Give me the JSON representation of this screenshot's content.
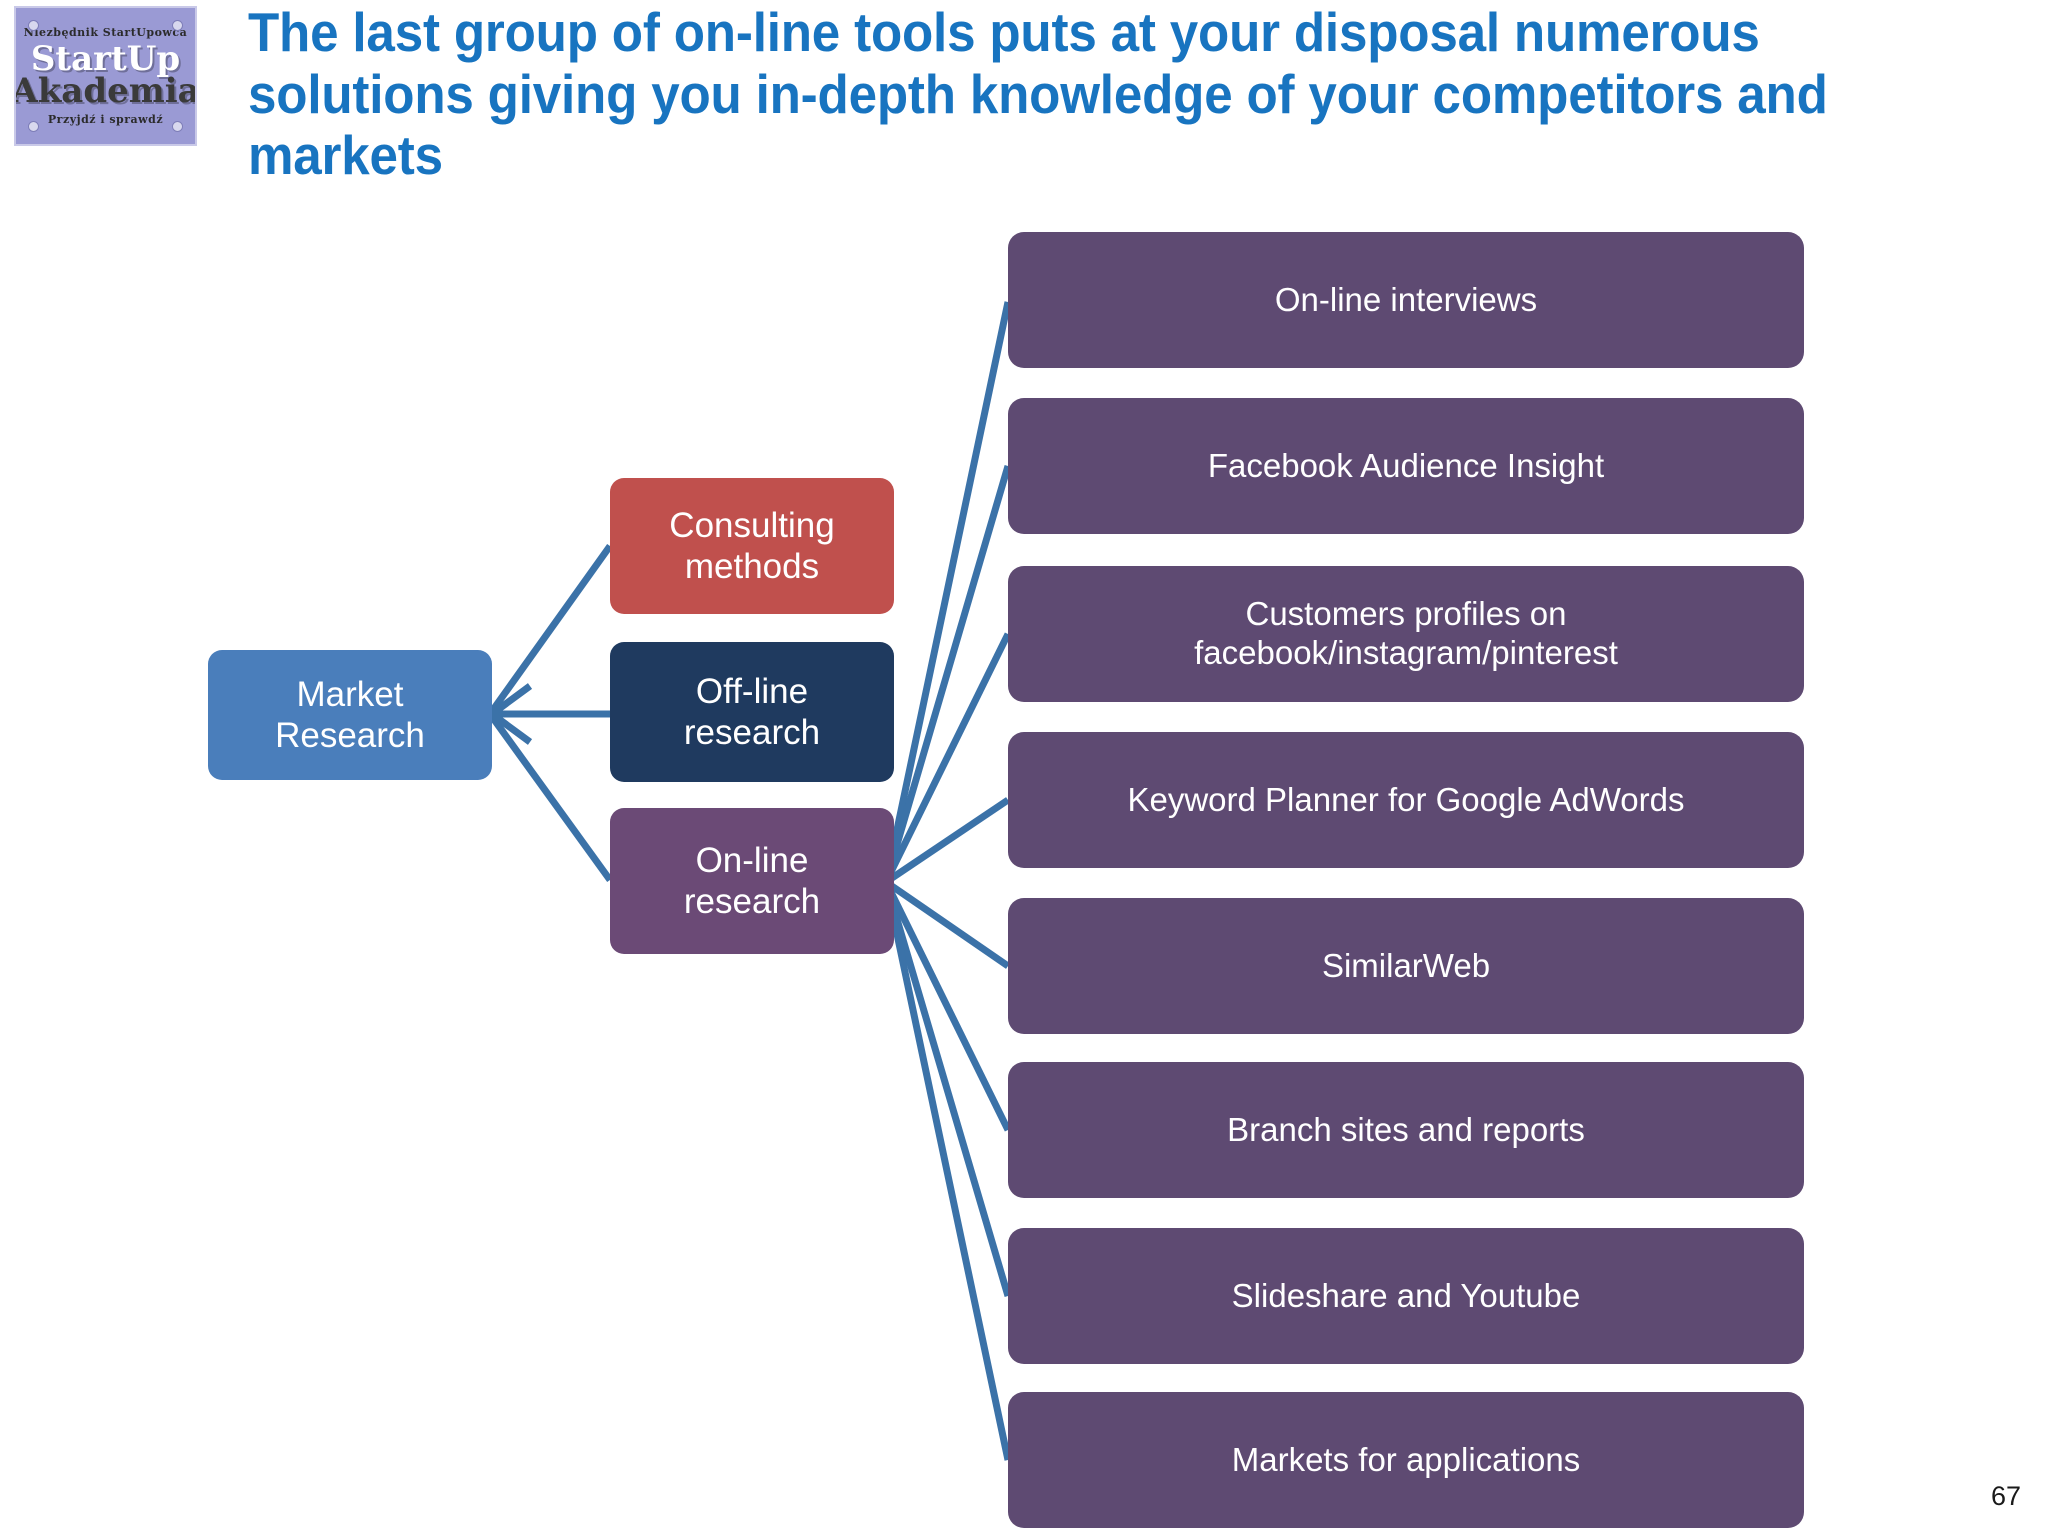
{
  "slide": {
    "title": "The last group of on-line tools puts at your disposal numerous solutions giving you in-depth knowledge of your competitors and markets",
    "page_number": "67",
    "accent_color": "#1874C0",
    "background_color": "#FFFFFF",
    "connector_color": "#3B72A8"
  },
  "logo": {
    "top_text": "Niezbędnik StartUpowca",
    "word1": "StartUp",
    "word2": "Akademia",
    "bottom_text": "Przyjdź i sprawdź",
    "background_color": "#9A9AD4"
  },
  "diagram": {
    "type": "tree",
    "root": {
      "label": "Market\nResearch",
      "color": "#4A7EBB"
    },
    "branches": [
      {
        "label": "Consulting\nmethods",
        "color": "#C0504D"
      },
      {
        "label": "Off-line\nresearch",
        "color": "#1F3A5F"
      },
      {
        "label": "On-line\nresearch",
        "color": "#6B4A76"
      }
    ],
    "online_tools_color": "#5E4A72",
    "online_tools": [
      {
        "label": "On-line interviews"
      },
      {
        "label": "Facebook Audience Insight"
      },
      {
        "label": "Customers profiles on\nfacebook/instagram/pinterest"
      },
      {
        "label": "Keyword Planner for Google AdWords"
      },
      {
        "label": "SimilarWeb"
      },
      {
        "label": "Branch sites and reports"
      },
      {
        "label": "Slideshare and Youtube"
      },
      {
        "label": "Markets for applications"
      }
    ]
  }
}
